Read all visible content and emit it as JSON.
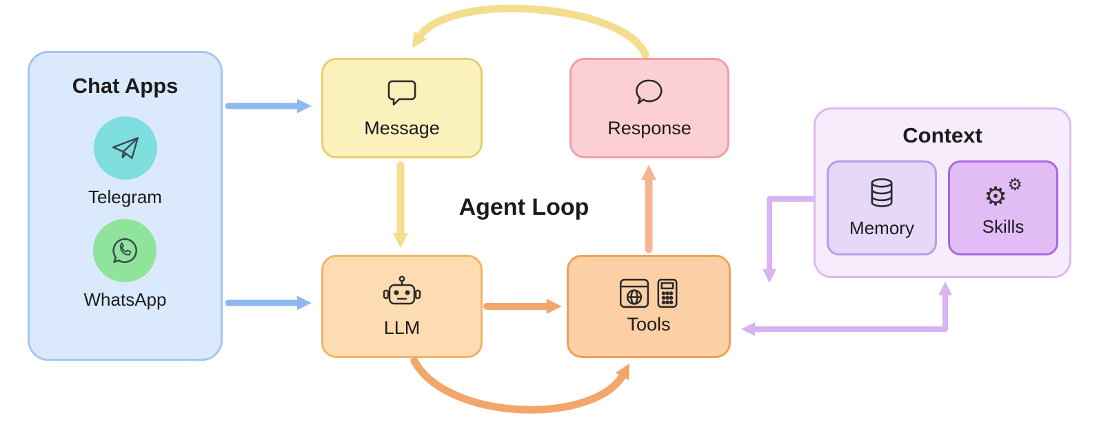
{
  "title": "Agent Loop",
  "chat_apps": {
    "title": "Chat Apps",
    "telegram_label": "Telegram",
    "whatsapp_label": "WhatsApp"
  },
  "nodes": {
    "message": {
      "label": "Message",
      "icon": "square-speech-bubble-icon"
    },
    "response": {
      "label": "Response",
      "icon": "round-speech-bubble-icon"
    },
    "llm": {
      "label": "LLM",
      "icon": "robot-icon"
    },
    "tools": {
      "label": "Tools",
      "icon": "browser-and-calculator-icon"
    }
  },
  "context": {
    "title": "Context",
    "memory_label": "Memory",
    "skills_label": "Skills",
    "memory_icon": "database-icon",
    "skills_icon": "gears-icon"
  },
  "colors": {
    "chat_apps_fill": "#dbe9fc",
    "chat_apps_border": "#a3c6f2",
    "telegram_circle": "#7ededd",
    "whatsapp_circle": "#8fe39b",
    "blue_arrow": "#8db8f0",
    "message_fill": "#fbf1bd",
    "message_border": "#e9cf67",
    "yellow_arrow": "#f4dd8d",
    "response_fill": "#fccfd4",
    "response_border": "#f29ba6",
    "llm_fill": "#fcdcb0",
    "llm_border": "#f2b369",
    "tools_fill": "#fccfa4",
    "tools_border": "#f0a058",
    "orange_arrow": "#f2a66b",
    "salmon_arrow": "#f5b693",
    "context_fill": "#f6ecfc",
    "context_border": "#ddb9ef",
    "memory_fill": "#e5d8f8",
    "memory_border": "#b89bea",
    "skills_fill": "#e2bcf5",
    "skills_border": "#aa66de",
    "purple_arrow": "#d9b3f2"
  }
}
